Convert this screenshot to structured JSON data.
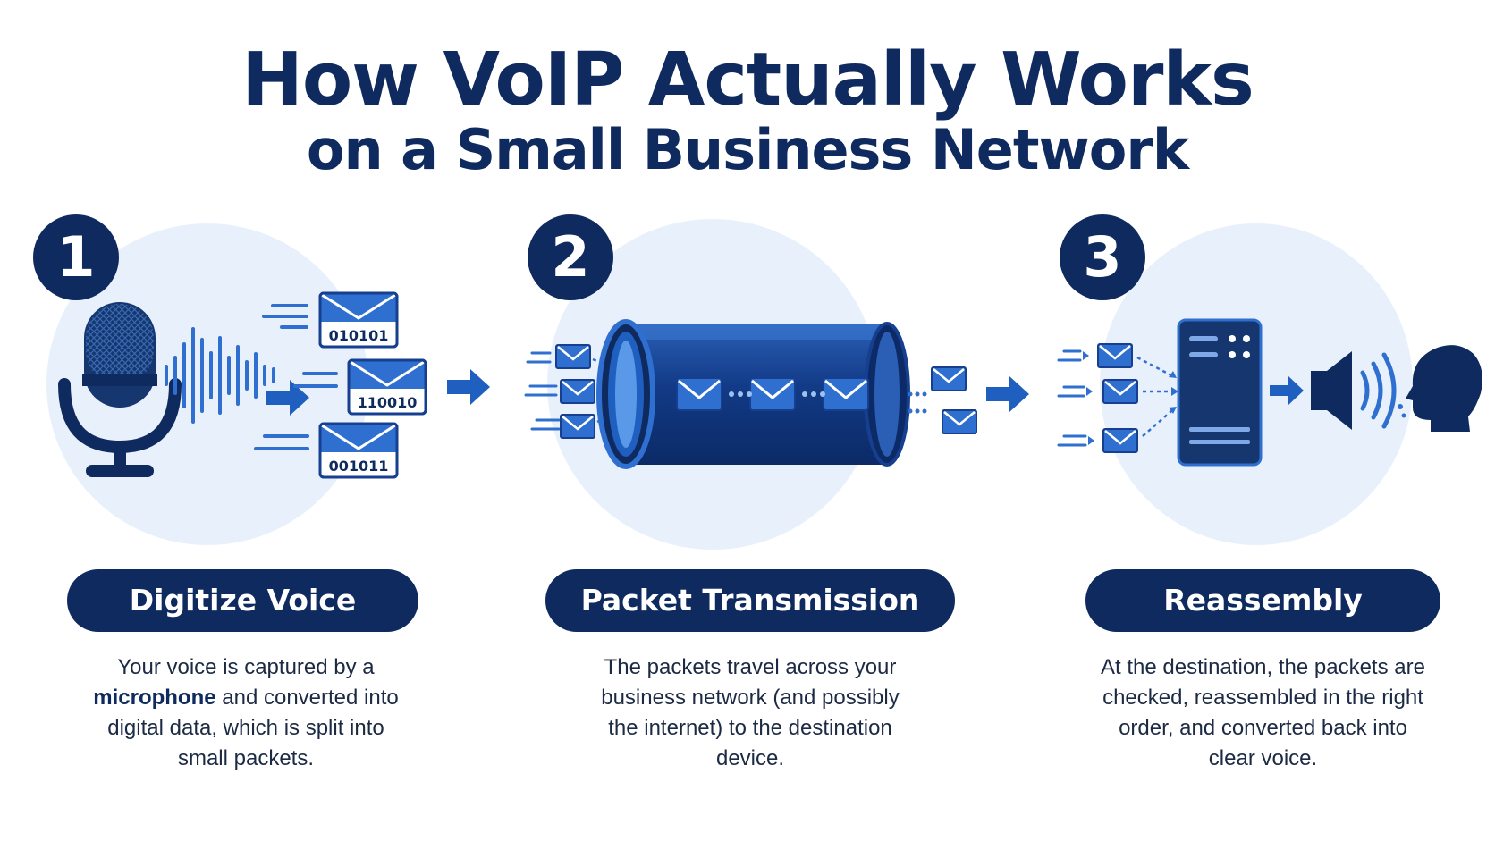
{
  "title": {
    "line1": "How VoIP Actually Works",
    "line2": "on a Small Business Network"
  },
  "colors": {
    "navy": "#0f2a5e",
    "blue": "#1f5fbf",
    "light_blue": "#e8f1fb"
  },
  "steps": [
    {
      "number": "1",
      "label": "Digitize Voice",
      "description_before": "Your voice is captured by a ",
      "description_bold": "microphone",
      "description_after": " and converted into digital data, which is split into small packets.",
      "packets": [
        "010101",
        "110010",
        "001011"
      ],
      "icons": [
        "microphone-icon",
        "sound-wave-icon",
        "envelope-icon"
      ]
    },
    {
      "number": "2",
      "label": "Packet Transmission",
      "description": "The packets travel across your business network (and possibly the internet) to the destination device.",
      "icons": [
        "network-tube-icon",
        "envelope-icon"
      ]
    },
    {
      "number": "3",
      "label": "Reassembly",
      "description": "At the destination, the packets are checked, reassembled in the right order, and converted back into clear voice.",
      "icons": [
        "server-icon",
        "speaker-icon",
        "person-head-icon",
        "envelope-icon"
      ]
    }
  ]
}
